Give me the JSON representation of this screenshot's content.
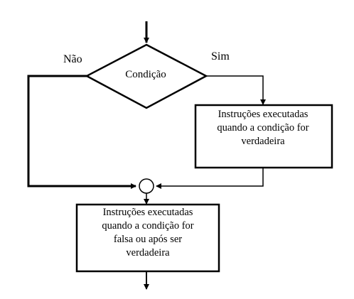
{
  "diagram": {
    "decision": {
      "label": "Condição"
    },
    "branches": {
      "no": "Não",
      "yes": "Sim"
    },
    "box_true": {
      "lines": [
        "Instruções executadas",
        "quando a condição for",
        "verdadeira"
      ]
    },
    "box_after": {
      "lines": [
        "Instruções executadas",
        "quando a condição for",
        "falsa ou após ser",
        "verdadeira"
      ]
    }
  }
}
